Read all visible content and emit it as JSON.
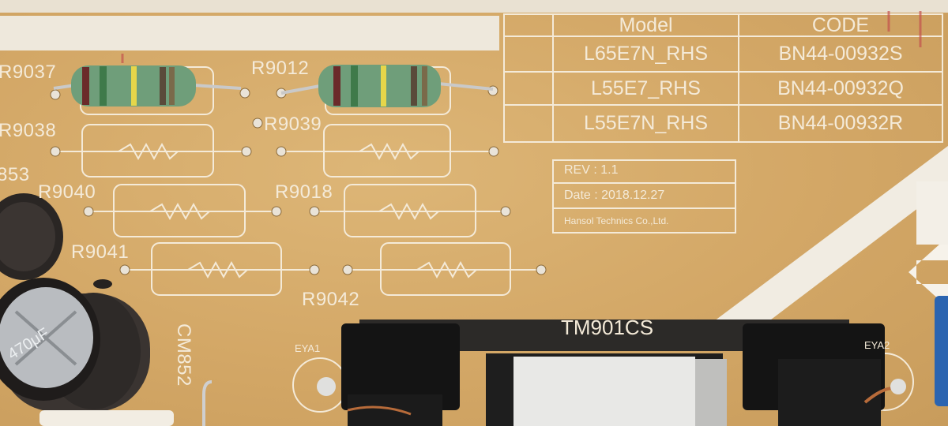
{
  "refs": {
    "r9037": "R9037",
    "r9012": "R9012",
    "r9038": "R9038",
    "r9039": "R9039",
    "r9040": "R9040",
    "r9018": "R9018",
    "r9041": "R9041",
    "r9042": "R9042",
    "ref853": "853",
    "cm852": "CM852",
    "eya1": "EYA1",
    "eya2": "EYA2",
    "transformer": "TM901CS"
  },
  "model_table": {
    "headers": {
      "model": "Model",
      "code": "CODE"
    },
    "rows": [
      {
        "model": "L65E7N_RHS",
        "code": "BN44-00932S"
      },
      {
        "model": "L55E7_RHS",
        "code": "BN44-00932Q"
      },
      {
        "model": "L55E7N_RHS",
        "code": "BN44-00932R"
      }
    ]
  },
  "rev_box": {
    "rev": "REV : 1.1",
    "date": "Date : 2018.12.27",
    "maker": "Hansol Technics Co.,Ltd."
  },
  "capacitor_marking": "470μF",
  "colors": {
    "pcb": "#d6ac6c",
    "silkscreen": "#f4ead8",
    "resistor_body": "#6f9e7a"
  }
}
